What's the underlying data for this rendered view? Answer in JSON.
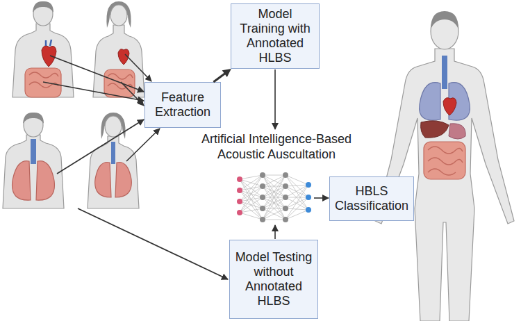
{
  "diagram": {
    "nodes": [
      {
        "text": [
          "Feature Extraction"
        ]
      },
      {
        "text": [
          "Model Training with Annotated HLBS"
        ]
      },
      {
        "text": [
          "HBLS Classification"
        ]
      },
      {
        "text": [
          "Model Testing without Annotated HLBS"
        ]
      }
    ],
    "edges": [
      {
        "from": 0,
        "to": 1,
        "arrow": "to"
      }
    ],
    "labels": [
      "Artificial Intelligence-Based Acoustic Auscultation"
    ]
  }
}
